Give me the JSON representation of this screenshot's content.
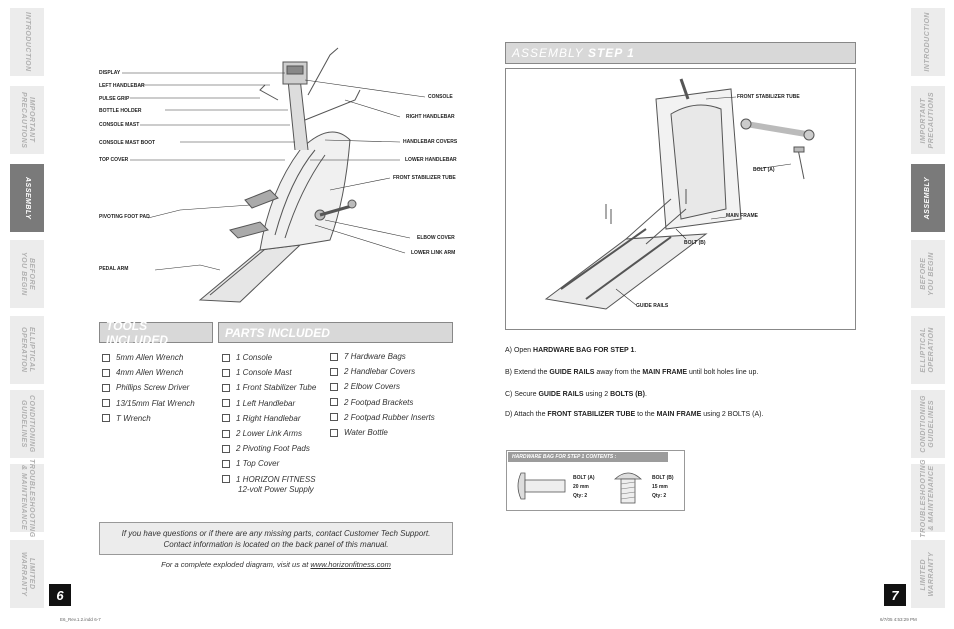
{
  "left_tabs": [
    {
      "label": "INTRODUCTION",
      "active": false
    },
    {
      "label": "IMPORTANT\nPRECAUTIONS",
      "active": false
    },
    {
      "label": "ASSEMBLY",
      "active": true
    },
    {
      "label": "BEFORE\nYOU BEGIN",
      "active": false
    },
    {
      "label": "ELLIPTICAL\nOPERATION",
      "active": false
    },
    {
      "label": "CONDITIONING\nGUIDELINES",
      "active": false
    },
    {
      "label": "TROUBLESHOOTING\n& MAINTENANCE",
      "active": false
    },
    {
      "label": "LIMITED\nWARRANTY",
      "active": false
    }
  ],
  "right_tabs": [
    {
      "label": "INTRODUCTION",
      "active": false
    },
    {
      "label": "IMPORTANT\nPRECAUTIONS",
      "active": false
    },
    {
      "label": "ASSEMBLY",
      "active": true
    },
    {
      "label": "BEFORE\nYOU BEGIN",
      "active": false
    },
    {
      "label": "ELLIPTICAL\nOPERATION",
      "active": false
    },
    {
      "label": "CONDITIONING\nGUIDELINES",
      "active": false
    },
    {
      "label": "TROUBLESHOOTING\n& MAINTENANCE",
      "active": false
    },
    {
      "label": "LIMITED\nWARRANTY",
      "active": false
    }
  ],
  "page_left": "6",
  "page_right": "7",
  "diagram_left_labels": {
    "display": "DISPLAY",
    "left_handlebar": "LEFT HANDLEBAR",
    "pulse_grip": "PULSE GRIP",
    "bottle_holder": "BOTTLE HOLDER",
    "console_mast": "CONSOLE MAST",
    "console_mast_boot": "CONSOLE MAST BOOT",
    "top_cover": "TOP COVER",
    "pivoting_foot_pad": "PIVOTING FOOT PAD",
    "pedal_arm": "PEDAL ARM",
    "console": "CONSOLE",
    "right_handlebar": "RIGHT HANDLEBAR",
    "handlebar_covers": "HANDLEBAR COVERS",
    "lower_handlebar": "LOWER HANDLEBAR",
    "front_stabilizer_tube": "FRONT STABILIZER TUBE",
    "elbow_cover": "ELBOW COVER",
    "lower_link_arm": "LOWER LINK ARM"
  },
  "tools": {
    "title": "TOOLS INCLUDED",
    "items": [
      "5mm Allen Wrench",
      "4mm Allen Wrench",
      "Phillips Screw Driver",
      "13/15mm Flat Wrench",
      "T Wrench"
    ]
  },
  "parts": {
    "title": "PARTS INCLUDED",
    "col1": [
      "1 Console",
      "1 Console Mast",
      "1 Front Stabilizer Tube",
      "1 Left Handlebar",
      "1 Right Handlebar",
      "2 Lower Link Arms",
      "2 Pivoting Foot Pads",
      "1 Top Cover",
      "1 HORIZON FITNESS"
    ],
    "col1_extra": "12-volt Power Supply",
    "col2": [
      "7 Hardware Bags",
      "2 Handlebar Covers",
      "2 Elbow Covers",
      "2 Footpad Brackets",
      "2 Footpad Rubber Inserts",
      "Water Bottle"
    ]
  },
  "support_note": {
    "line1": "If you have questions or if there are any missing parts, contact Customer Tech Support.",
    "line2": "Contact information is located on the back panel of this manual."
  },
  "exploded_note": {
    "prefix": "For a complete exploded diagram, visit us at ",
    "link": "www.horizonfitness.com"
  },
  "step": {
    "title_prefix": "ASSEMBLY ",
    "title_step": "STEP 1",
    "diagram_labels": {
      "front_stabilizer_tube": "FRONT STABILIZER TUBE",
      "bolt_a": "BOLT (A)",
      "main_frame": "MAIN FRAME",
      "bolt_b": "BOLT (B)",
      "guide_rails": "GUIDE RAILS"
    },
    "instructions": [
      {
        "pre": "A) Open ",
        "b1": "HARDWARE BAG FOR STEP 1",
        "mid": ".",
        "b2": "",
        "post": ""
      },
      {
        "pre": "B) Extend the ",
        "b1": "GUIDE RAILS",
        "mid": " away from the ",
        "b2": "MAIN FRAME",
        "post": " until bolt holes line up."
      },
      {
        "pre": "C) Secure ",
        "b1": "GUIDE RAILS",
        "mid": " using 2 ",
        "b2": "BOLTS (B)",
        "post": "."
      },
      {
        "pre": "D) Attach the ",
        "b1": "FRONT STABILIZER TUBE",
        "mid": " to the ",
        "b2": "MAIN FRAME",
        "post": " using 2 BOLTS (A)."
      }
    ],
    "hardware": {
      "title": "HARDWARE BAG FOR STEP 1 CONTENTS :",
      "bolt_a": {
        "name": "BOLT (A)",
        "size": "20 mm",
        "qty": "Qty: 2"
      },
      "bolt_b": {
        "name": "BOLT (B)",
        "size": "15 mm",
        "qty": "Qty: 2"
      }
    }
  },
  "footer_left": "E6_Rev.1.2.indd   6-7",
  "footer_right": "6/7/05   4:53:29 PM"
}
